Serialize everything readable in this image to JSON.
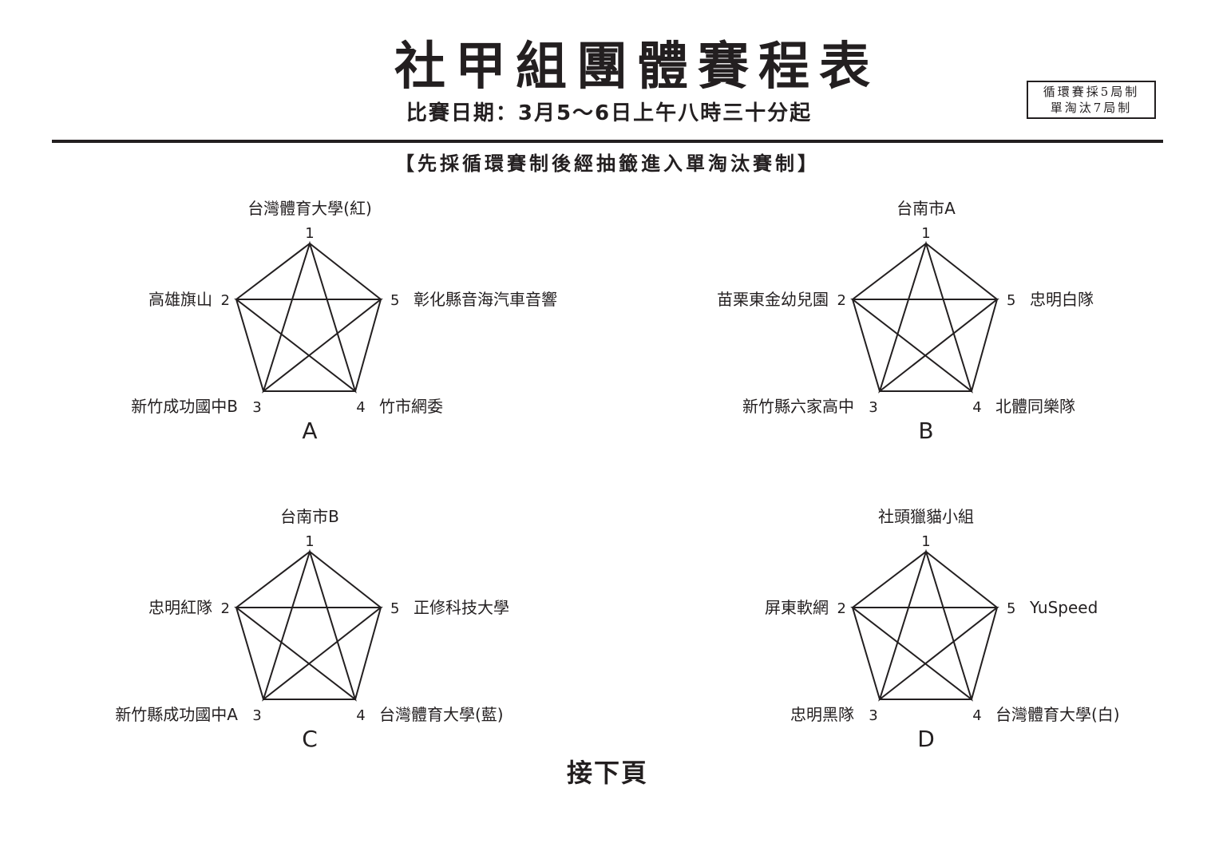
{
  "header": {
    "title": "社甲組團體賽程表",
    "date_line": "比賽日期：3月5～6日上午八時三十分起",
    "rules": [
      "循環賽採5局制",
      "單淘汰7局制"
    ]
  },
  "format_note": "【先採循環賽制後經抽籤進入單淘汰賽制】",
  "groups": [
    {
      "label": "A",
      "teams": [
        "台灣體育大學(紅)",
        "高雄旗山",
        "新竹成功國中B",
        "竹市網委",
        "彰化縣音海汽車音響"
      ]
    },
    {
      "label": "B",
      "teams": [
        "台南市A",
        "苗栗東金幼兒園",
        "新竹縣六家高中",
        "北體同樂隊",
        "忠明白隊"
      ]
    },
    {
      "label": "C",
      "teams": [
        "台南市B",
        "忠明紅隊",
        "新竹縣成功國中A",
        "台灣體育大學(藍)",
        "正修科技大學"
      ]
    },
    {
      "label": "D",
      "teams": [
        "社頭獵貓小組",
        "屏東軟網",
        "忠明黑隊",
        "台灣體育大學(白)",
        "YuSpeed"
      ]
    }
  ],
  "seat_numbers": [
    "1",
    "2",
    "3",
    "4",
    "5"
  ],
  "footer": {
    "next_page": "接下頁"
  }
}
